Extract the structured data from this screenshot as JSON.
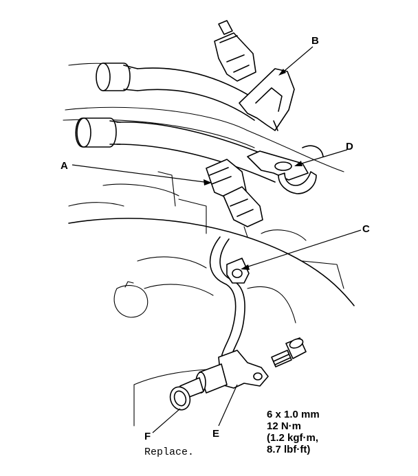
{
  "callouts": {
    "a": "A",
    "b": "B",
    "c": "C",
    "d": "D",
    "e": "E",
    "f": "F"
  },
  "bolt_spec": {
    "line1": "6 x 1.0 mm",
    "line2": "12 N·m",
    "line3": "(1.2 kgf·m,",
    "line4": "8.7 lbf·ft)"
  },
  "note_f": "Replace."
}
